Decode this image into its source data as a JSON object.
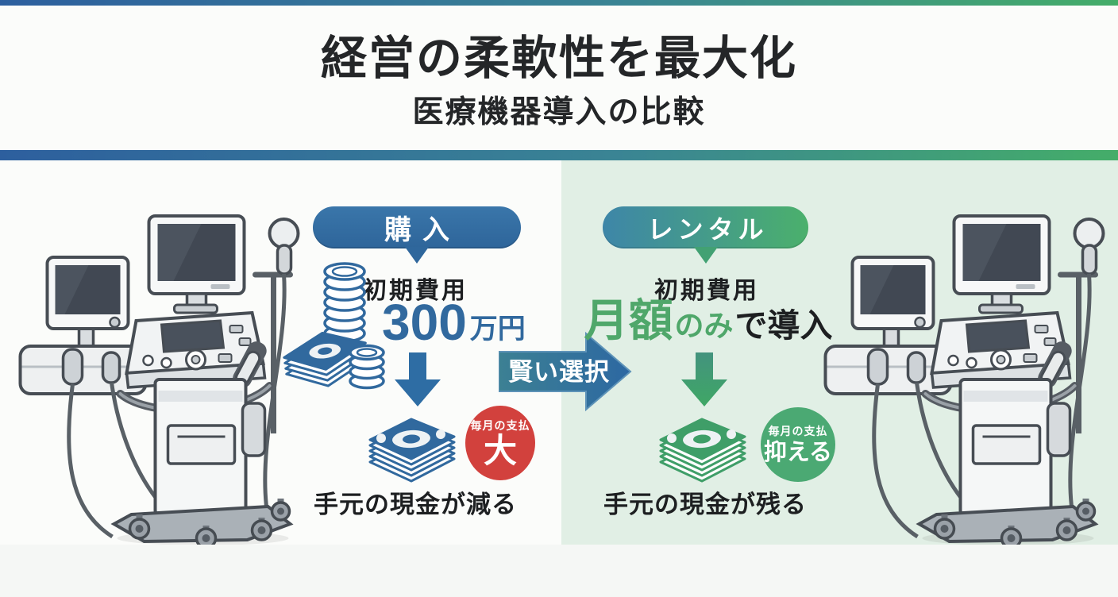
{
  "page": {
    "title": "経営の柔軟性を最大化",
    "subtitle": "医療機器導入の比較"
  },
  "purchase": {
    "badge": "購入",
    "initial_cost_label": "初期費用",
    "cost_value": "300",
    "cost_unit": "万円",
    "monthly_payment_label": "毎月の支払",
    "monthly_payment_value": "大",
    "result": "手元の現金が減る"
  },
  "rental": {
    "badge": "レンタル",
    "initial_cost_label": "初期費用",
    "cost_main": "月額",
    "cost_sub": "のみ",
    "cost_suffix": "で導入",
    "monthly_payment_label": "毎月の支払",
    "monthly_payment_value": "抑える",
    "result": "手元の現金が残る"
  },
  "center": {
    "arrow_label": "賢い選択"
  },
  "colors": {
    "purchase_blue": "#2f679c",
    "cost_blue": "#31699e",
    "rental_teal": "#3e86a8",
    "rental_green": "#4bb06c",
    "cost_green": "#4fa76a",
    "alert_red": "#d2413d",
    "ok_green": "#4ba973",
    "panel_green": "#e1efe5",
    "divider_gradient": [
      "#2d5f9e",
      "#3a8494",
      "#44ad69"
    ]
  }
}
